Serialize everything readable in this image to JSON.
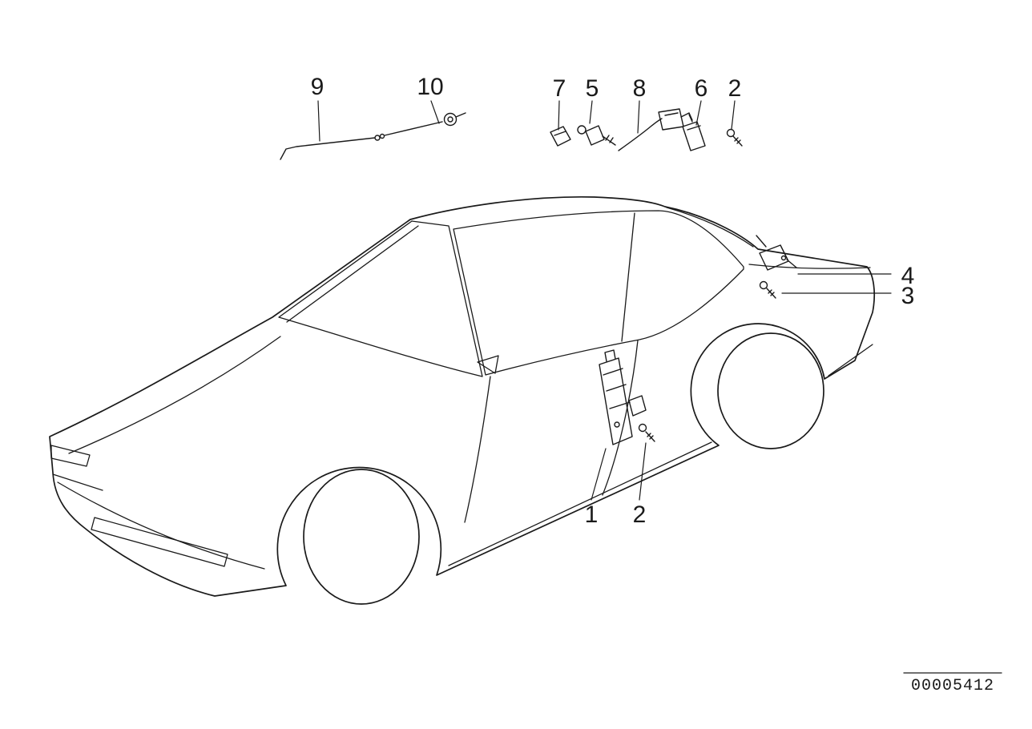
{
  "meta": {
    "background_color": "#ffffff",
    "line_color": "#1a1a1a"
  },
  "doc": {
    "id": "00005412"
  },
  "callouts": {
    "c9": "9",
    "c10": "10",
    "c7": "7",
    "c5": "5",
    "c8": "8",
    "c6": "6",
    "c2_top": "2",
    "c4": "4",
    "c3": "3",
    "c1": "1",
    "c2_bottom": "2"
  }
}
